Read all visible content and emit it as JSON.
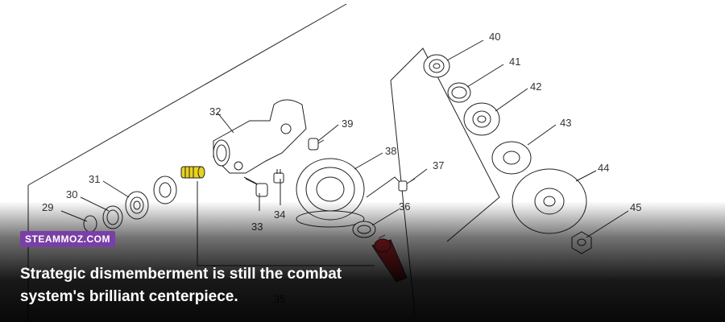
{
  "site_badge": "STEAMMOZ.COM",
  "caption": "Strategic dismemberment is still the combat system's brilliant centerpiece.",
  "diagram": {
    "part_numbers": [
      "29",
      "30",
      "31",
      "32",
      "33",
      "34",
      "35",
      "36",
      "37",
      "38",
      "39",
      "40",
      "41",
      "42",
      "43",
      "44",
      "45"
    ],
    "highlight_colors": {
      "yellow_part": "#e8d21e",
      "red_part": "#c0272d"
    }
  }
}
